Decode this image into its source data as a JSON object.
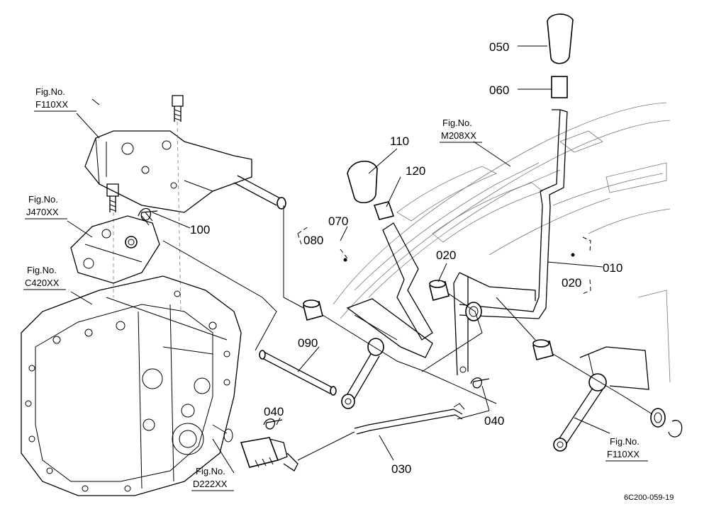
{
  "callouts": {
    "c050": "050",
    "c060": "060",
    "c110": "110",
    "c120": "120",
    "c100": "100",
    "c070": "070",
    "c080": "080",
    "c020a": "020",
    "c010": "010",
    "c020b": "020",
    "c090": "090",
    "c040a": "040",
    "c040b": "040",
    "c030": "030"
  },
  "figrefs": {
    "f110_top": {
      "label": "Fig.No.",
      "code": "F110XX"
    },
    "m208": {
      "label": "Fig.No.",
      "code": "M208XX"
    },
    "j470": {
      "label": "Fig.No.",
      "code": "J470XX"
    },
    "c420": {
      "label": "Fig.No.",
      "code": "C420XX"
    },
    "d222": {
      "label": "Fig.No.",
      "code": "D222XX"
    },
    "f110_bottom": {
      "label": "Fig.No.",
      "code": "F110XX"
    }
  },
  "figure_id": "6C200-059-19"
}
